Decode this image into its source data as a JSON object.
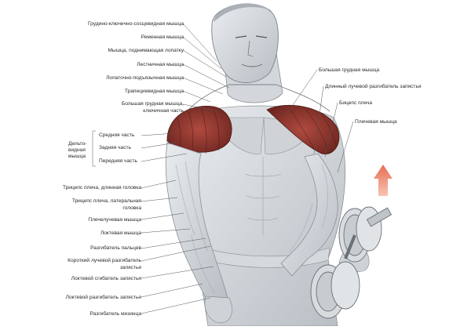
{
  "left_labels": [
    "Грудино-ключично-сосцевидная мышца",
    "Ременная мышца",
    "Мышца, поднимающая лопатку",
    "Лестничная мышца",
    "Лопаточно-подъязычная мышца",
    "Трапециевидная мышца",
    "Большая грудная мышца,",
    "ключичная часть"
  ],
  "deltoid": {
    "group_label_1": "Дельто-",
    "group_label_2": "видная",
    "group_label_3": "мышца",
    "parts": [
      "Средняя часть",
      "Задняя часть",
      "Передняя часть"
    ]
  },
  "lower_left_labels": [
    "Трицепс плеча, длинная головка",
    "Трицепс плеча, латеральная",
    "головка",
    "Плечелучевая мышца",
    "Локтевая мышца",
    "Разгибатель пальцев",
    "Короткий лучевой разгибатель",
    "запястья",
    "Локтевой сгибатель запястья",
    "Локтевой разгибатель запястья",
    "Разгибатель мизинца"
  ],
  "right_labels": [
    "Большая грудная мышца",
    "Длинный лучевой разгибатель запястья",
    "Бицепс плеча",
    "Плечевая мышца"
  ],
  "colors": {
    "muscle_red": "#9a3a32",
    "muscle_light": "#c8ccd0",
    "arrow": "#e8826a",
    "line": "#555555"
  }
}
